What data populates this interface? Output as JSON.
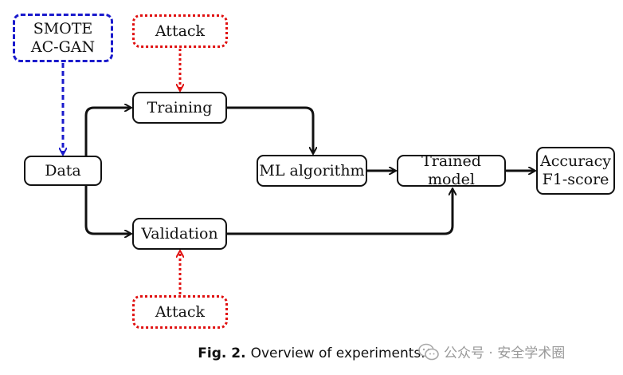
{
  "nodes": {
    "smote": "SMOTE\nAC-GAN",
    "attack_top": "Attack",
    "training": "Training",
    "data": "Data",
    "ml_algorithm": "ML algorithm",
    "trained_model": "Trained model",
    "metrics": "Accuracy\nF1-score",
    "validation": "Validation",
    "attack_bottom": "Attack"
  },
  "caption": {
    "label": "Fig. 2.",
    "text": "Overview of experiments."
  },
  "watermark": {
    "text": "公众号 · 安全学术圈"
  },
  "colors": {
    "flow": "#111111",
    "augmentation": "#1a1acc",
    "attack": "#e01010"
  }
}
